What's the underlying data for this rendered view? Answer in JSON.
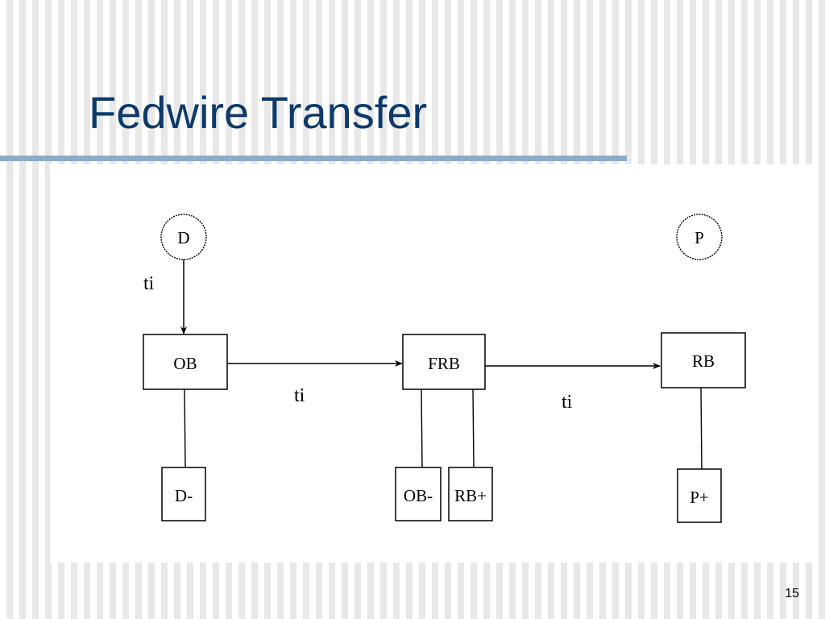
{
  "slide": {
    "title": "Fedwire Transfer",
    "page_number": "15"
  },
  "diagram": {
    "nodes": {
      "d": "D",
      "p": "P",
      "ob": "OB",
      "frb": "FRB",
      "rb": "RB",
      "d_minus": "D-",
      "ob_minus": "OB-",
      "rb_plus": "RB+",
      "p_plus": "P+"
    },
    "edge_labels": {
      "d_to_ob": "ti",
      "ob_to_frb": "ti",
      "frb_to_rb": "ti"
    }
  }
}
